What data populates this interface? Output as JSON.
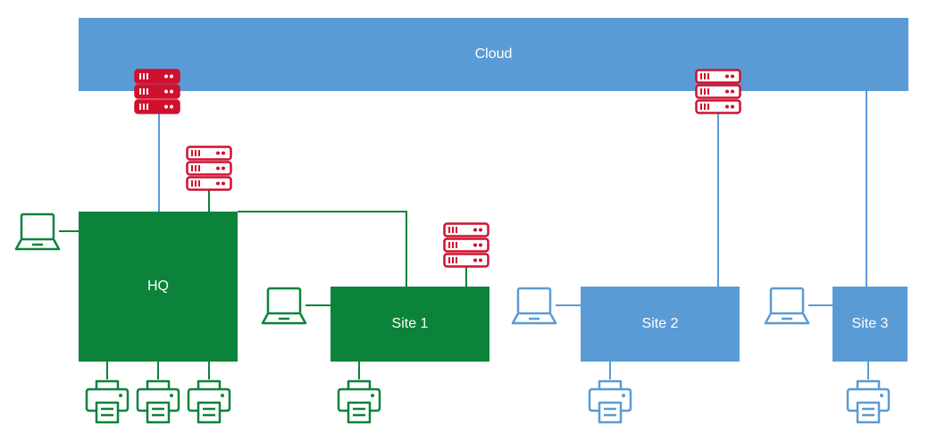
{
  "colors": {
    "cloud": "#5B9BD5",
    "hq": "#0B833A",
    "server": "#D0102E",
    "site_blue": "#5B9BD5"
  },
  "icons": [
    "server-icon",
    "laptop-icon",
    "printer-icon"
  ],
  "nodes": {
    "cloud": "Cloud",
    "hq": "HQ",
    "site1": "Site 1",
    "site2": "Site 2",
    "site3": "Site 3"
  }
}
